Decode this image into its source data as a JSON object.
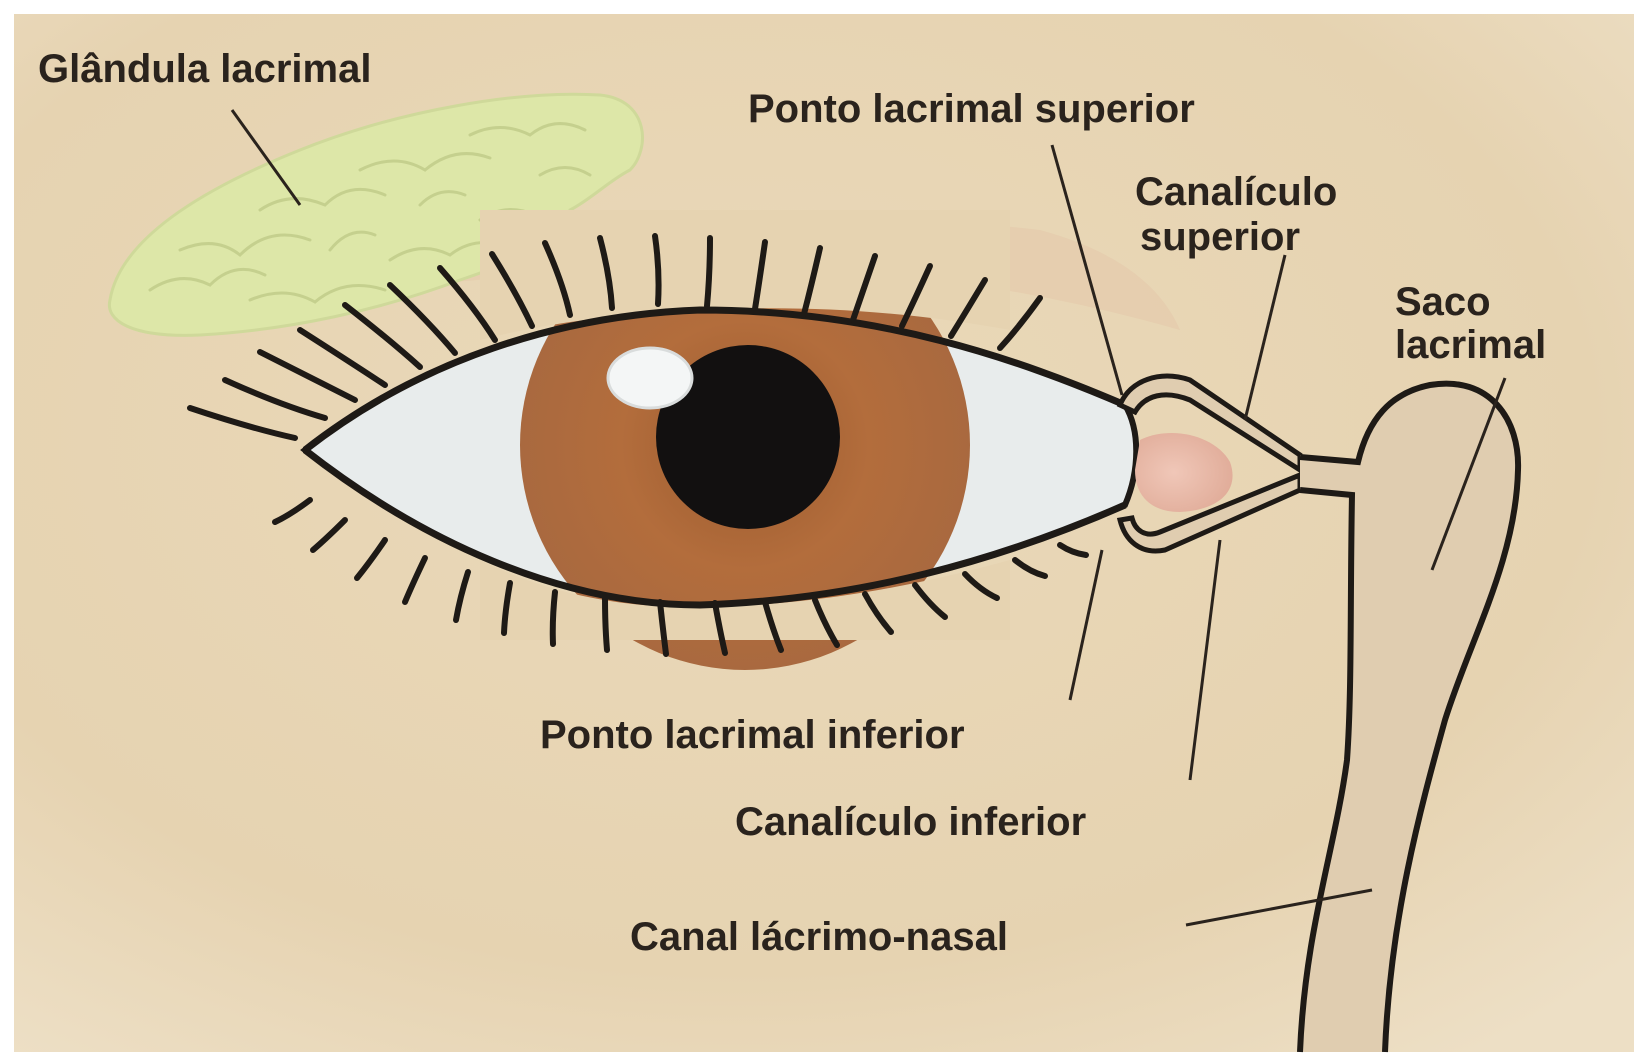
{
  "labels": {
    "lacrimal_gland": "Glândula lacrimal",
    "upper_punctum": "Ponto lacrimal superior",
    "upper_canaliculus_line1": "Canalículo",
    "upper_canaliculus_line2": "superior",
    "lacrimal_sac_line1": "Saco",
    "lacrimal_sac_line2": "lacrimal",
    "lower_punctum": "Ponto lacrimal inferior",
    "lower_canaliculus": "Canalículo inferior",
    "nasolacrimal_duct": "Canal lácrimo-nasal"
  },
  "colors": {
    "skin": "#e9d7b6",
    "gland": "#dce6a6",
    "iris": "#b06a3a",
    "sclera": "#e8ecec",
    "caruncle": "#e7b8a8",
    "duct": "#e0cdb0",
    "outline": "#1e1a16"
  }
}
